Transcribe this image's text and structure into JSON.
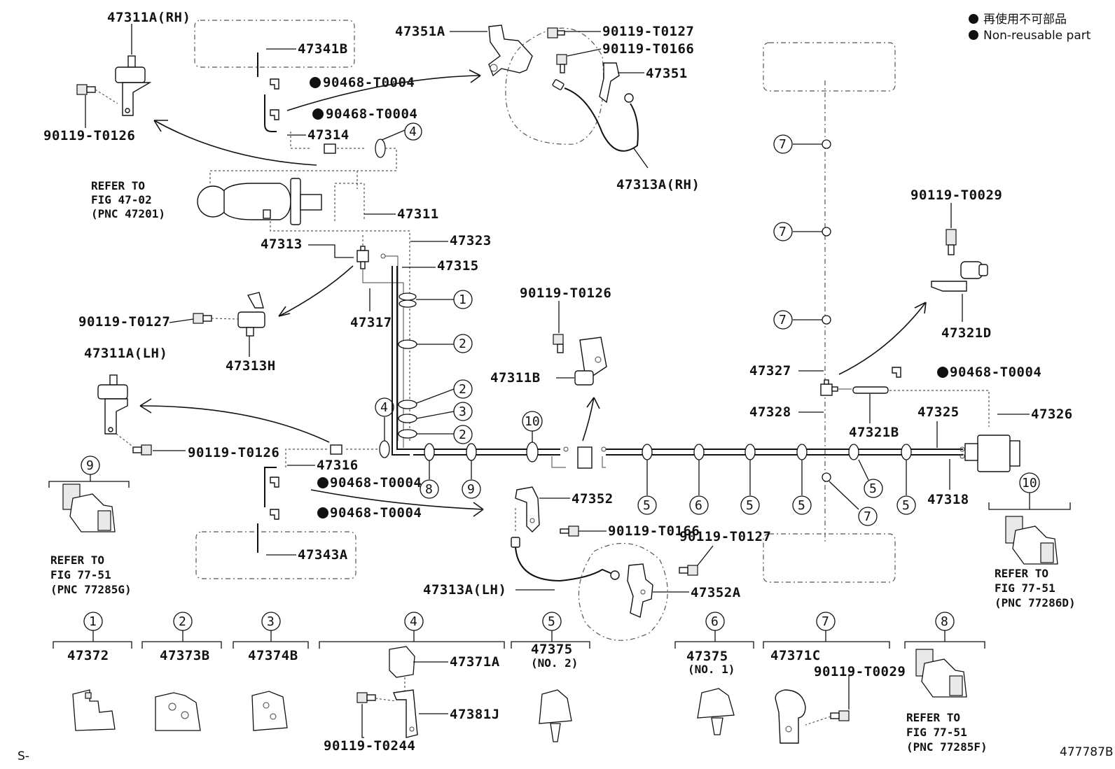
{
  "legend": {
    "line1": "再使用不可部品",
    "line2": "Non-reusable part"
  },
  "figure_code": "477787B",
  "prefix": "S-",
  "labels": {
    "p47311A_RH": "47311A(RH)",
    "p47341B": "47341B",
    "p90468_a": "90468-T0004",
    "p90468_b": "90468-T0004",
    "p47314": "47314",
    "p90119_T0126_a": "90119-T0126",
    "refer_4702_l1": "REFER TO",
    "refer_4702_l2": "FIG 47-02",
    "refer_4702_l3": "(PNC 47201)",
    "p47311": "47311",
    "p47313": "47313",
    "p47323": "47323",
    "p47315": "47315",
    "p90119_T0127_a": "90119-T0127",
    "p47317": "47317",
    "p47313H": "47313H",
    "p47311A_LH": "47311A(LH)",
    "p90119_T0126_b": "90119-T0126",
    "p47316": "47316",
    "p90468_c": "90468-T0004",
    "p90468_d": "90468-T0004",
    "p47343A": "47343A",
    "refer_7751G_l1": "REFER TO",
    "refer_7751G_l2": "FIG 77-51",
    "refer_7751G_l3": "(PNC 77285G)",
    "p47351A": "47351A",
    "p90119_T0127_b": "90119-T0127",
    "p90119_T0166_a": "90119-T0166",
    "p47351": "47351",
    "p47313A_RH": "47313A(RH)",
    "p90119_T0126_c": "90119-T0126",
    "p47311B": "47311B",
    "p47352": "47352",
    "p90119_T0166_b": "90119-T0166",
    "p90119_T0127_c": "90119-T0127",
    "p47313A_LH": "47313A(LH)",
    "p47352A": "47352A",
    "p90119_T0029_a": "90119-T0029",
    "p47321D": "47321D",
    "p47327": "47327",
    "p90468_e": "90468-T0004",
    "p47328": "47328",
    "p47321B": "47321B",
    "p47325": "47325",
    "p47326": "47326",
    "p47318": "47318",
    "refer_7751D_l1": "REFER TO",
    "refer_7751D_l2": "FIG 77-51",
    "refer_7751D_l3": "(PNC 77286D)"
  },
  "callouts": {
    "c1": "1",
    "c2": "2",
    "c3": "3",
    "c4": "4",
    "c5": "5",
    "c6": "6",
    "c7": "7",
    "c8": "8",
    "c9": "9",
    "c10": "10"
  },
  "clip_groups": [
    {
      "num": "1",
      "part": "47372"
    },
    {
      "num": "2",
      "part": "47373B"
    },
    {
      "num": "3",
      "part": "47374B"
    },
    {
      "num": "4",
      "part_a": "47371A",
      "part_b": "47381J",
      "bolt": "90119-T0244"
    },
    {
      "num": "5",
      "part": "47375",
      "sub": "(NO. 2)"
    },
    {
      "num": "6",
      "part": "47375",
      "sub": "(NO. 1)"
    },
    {
      "num": "7",
      "part": "47371C",
      "bolt": "90119-T0029"
    },
    {
      "num": "8",
      "refer_l1": "REFER TO",
      "refer_l2": "FIG 77-51",
      "refer_l3": "(PNC 77285F)"
    }
  ]
}
